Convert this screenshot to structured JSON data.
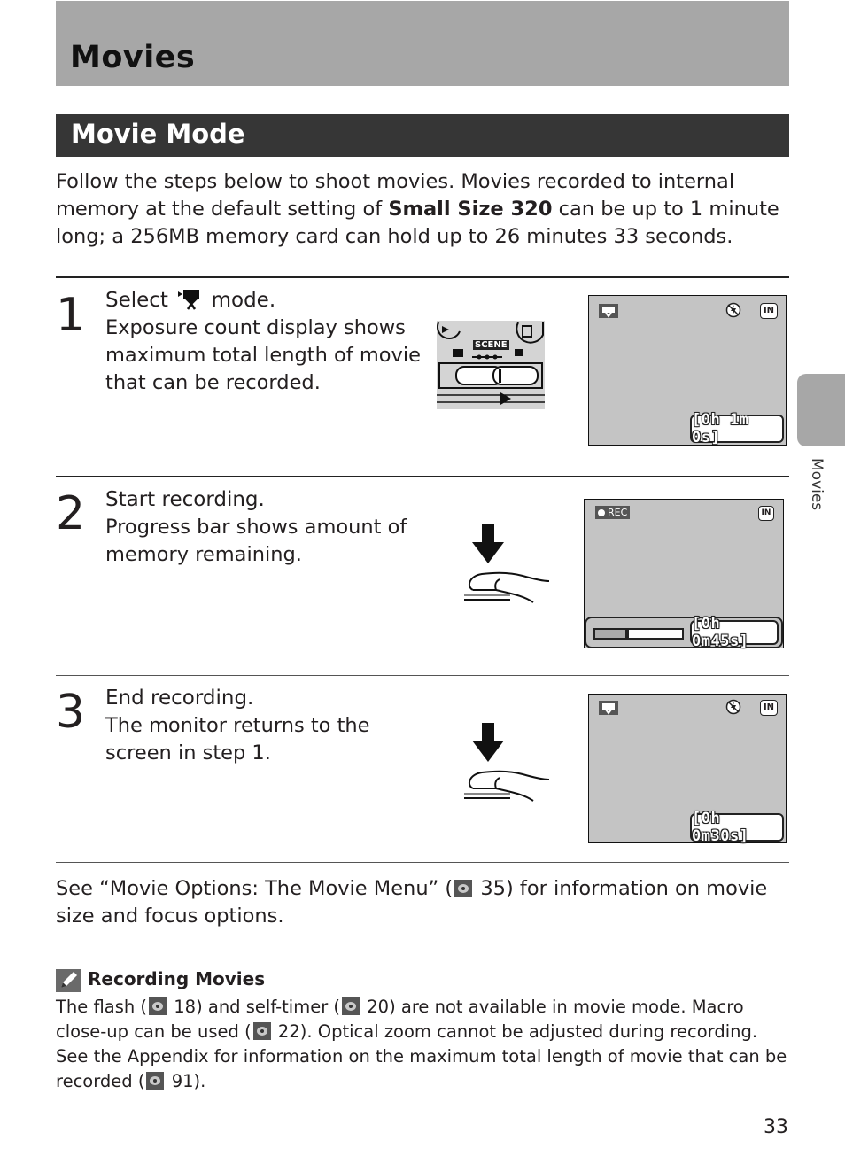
{
  "header": {
    "title": "Movies",
    "section_title": "Movie Mode"
  },
  "intro": {
    "before": "Follow the steps below to shoot movies. Movies recorded to internal memory at the default setting of ",
    "bold": "Small Size 320",
    "after": " can be up to 1 minute long; a 256MB memory card can hold up to 26 minutes 33 seconds."
  },
  "steps": [
    {
      "number": "1",
      "title_before": "Select",
      "title_after": "mode.",
      "body": "Exposure count display shows maximum total length of movie that can be recorded.",
      "counter": "[0h 1m 0s]"
    },
    {
      "number": "2",
      "title": "Start recording.",
      "body": "Progress bar shows amount of memory remaining.",
      "counter": "[0h 0m45s]",
      "rec_label": "REC",
      "progress_fraction": 0.35
    },
    {
      "number": "3",
      "title": "End recording.",
      "body": "The monitor returns to the screen in step 1.",
      "counter": "[0h 0m30s]"
    }
  ],
  "dial": {
    "scene_label": "SCENE"
  },
  "lcd_indicators": {
    "memory": "IN"
  },
  "see_also": {
    "before": "See “Movie Options: The Movie Menu” (",
    "page": "35",
    "after": ") for information on movie size and focus options."
  },
  "note": {
    "title": "Recording Movies",
    "p1_a": "The flash (",
    "p1_ref1": "18",
    "p1_b": ") and self-timer (",
    "p1_ref2": "20",
    "p1_c": ") are not available in movie mode. Macro close-up can be used (",
    "p1_ref3": "22",
    "p1_d": "). Optical zoom cannot be adjusted during recording.",
    "p2_a": "See the Appendix for information on the maximum total length of movie that can be recorded (",
    "p2_ref": "91",
    "p2_b": ")."
  },
  "side_tab_label": "Movies",
  "page_number": "33"
}
